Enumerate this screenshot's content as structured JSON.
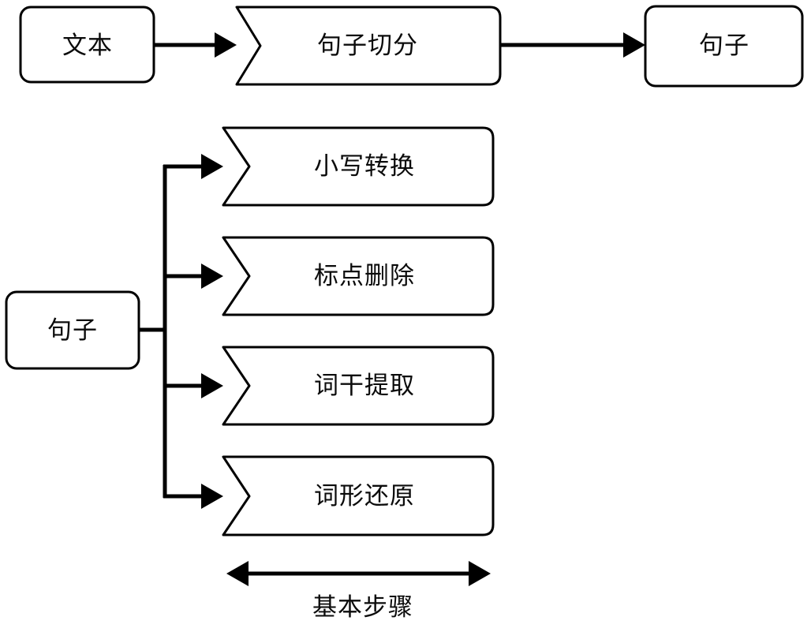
{
  "diagram": {
    "title": "",
    "colors": {
      "stroke": "#000000",
      "fill": "#ffffff",
      "text": "#0b0b0b",
      "background": "#ffffff"
    },
    "top_row": {
      "input_node": {
        "label": "文本",
        "shape": "rounded-rectangle"
      },
      "process_node": {
        "label": "句子切分",
        "shape": "chevron-banner"
      },
      "output_node": {
        "label": "句子",
        "shape": "rounded-rectangle"
      },
      "arrows": [
        {
          "from": "文本",
          "to": "句子切分",
          "style": "single-head"
        },
        {
          "from": "句子切分",
          "to": "句子",
          "style": "single-head"
        }
      ]
    },
    "bottom_group": {
      "source_node": {
        "label": "句子",
        "shape": "rounded-rectangle"
      },
      "steps": [
        {
          "label": "小写转换",
          "shape": "chevron-banner"
        },
        {
          "label": "标点删除",
          "shape": "chevron-banner"
        },
        {
          "label": "词干提取",
          "shape": "chevron-banner"
        },
        {
          "label": "词形还原",
          "shape": "chevron-banner"
        }
      ],
      "span_annotation": {
        "label": "基本步骤",
        "arrow_style": "double-head"
      }
    }
  }
}
